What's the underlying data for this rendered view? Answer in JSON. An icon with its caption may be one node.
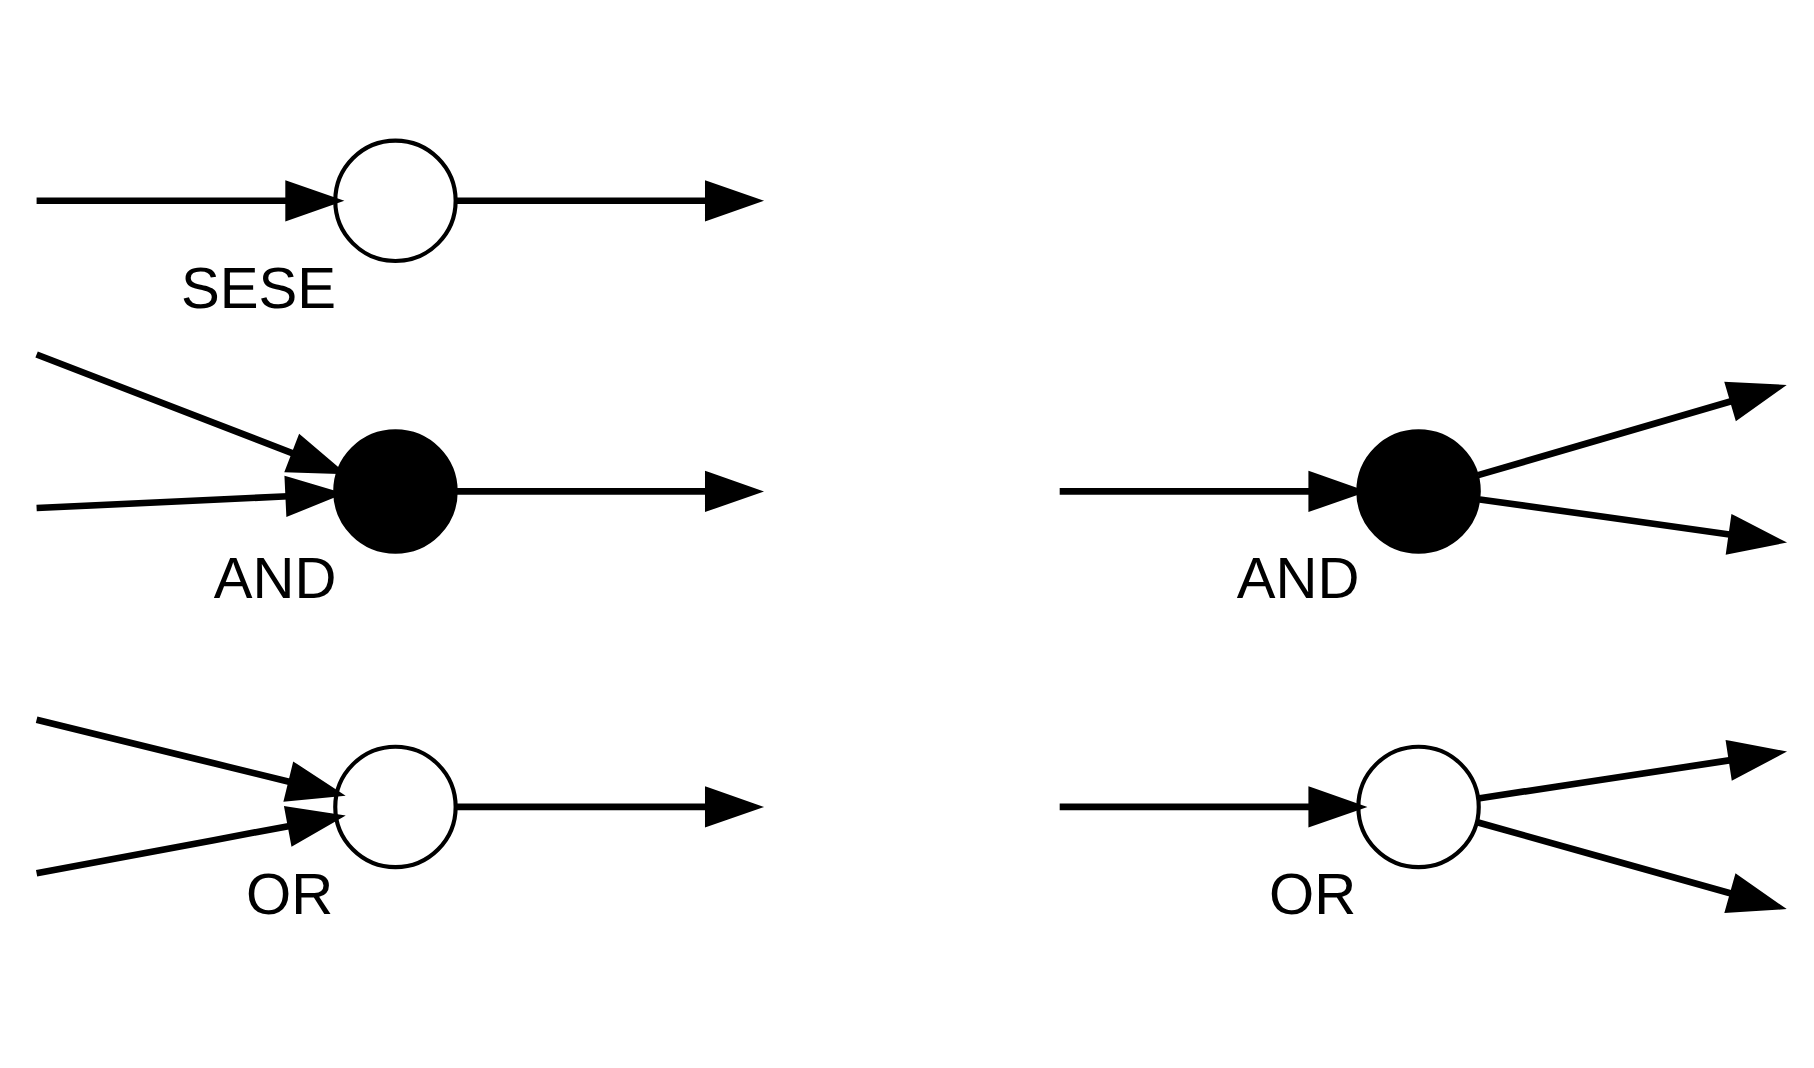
{
  "diagram": {
    "nodes": [
      {
        "text": [],
        "shape": "circle",
        "beside": [
          "SESE"
        ]
      },
      {
        "text": [],
        "shape": "circle",
        "beside": [
          "AND"
        ]
      },
      {
        "text": [],
        "shape": "circle",
        "beside": [
          "AND"
        ]
      },
      {
        "text": [],
        "shape": "circle",
        "beside": [
          "OR"
        ]
      },
      {
        "text": [],
        "shape": "circle",
        "beside": [
          "OR"
        ]
      }
    ],
    "edges": [
      {
        "from": null,
        "to": 0,
        "arrow": "to"
      },
      {
        "from": 0,
        "to": null,
        "arrow": "to"
      },
      {
        "from": null,
        "to": 1,
        "arrow": "to"
      },
      {
        "from": null,
        "to": 1,
        "arrow": "to"
      },
      {
        "from": 1,
        "to": null,
        "arrow": "to"
      },
      {
        "from": 2,
        "to": null,
        "arrow": "to"
      },
      {
        "from": 2,
        "to": null,
        "arrow": "to"
      },
      {
        "from": null,
        "to": 2,
        "arrow": "to"
      },
      {
        "from": null,
        "to": 3,
        "arrow": "to"
      },
      {
        "from": null,
        "to": 3,
        "arrow": "to"
      },
      {
        "from": 3,
        "to": null,
        "arrow": "to"
      },
      {
        "from": 4,
        "to": null,
        "arrow": "to"
      },
      {
        "from": 4,
        "to": null,
        "arrow": "to"
      },
      {
        "from": null,
        "to": 4,
        "arrow": "to"
      }
    ]
  }
}
